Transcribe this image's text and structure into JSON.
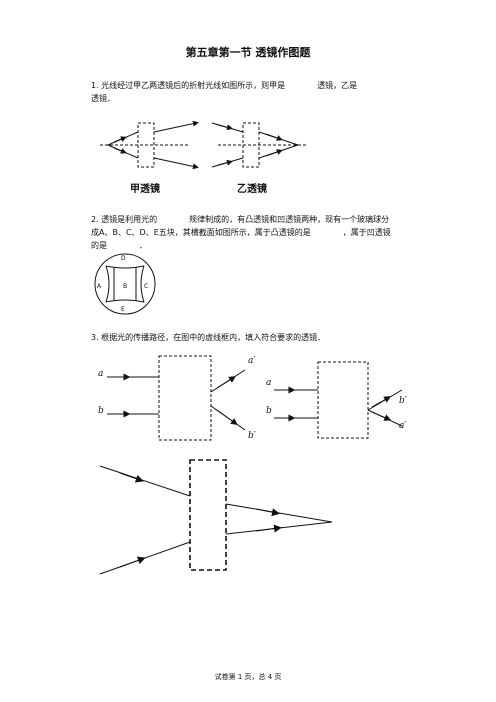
{
  "document": {
    "title": "第五章第一节 透镜作图题",
    "footer": "试卷第 1 页，总 4 页"
  },
  "q1": {
    "line1": "1. 光线经过甲乙两透镜后的折射光线如图所示，则甲是　　　　透镜，乙是",
    "line2": "透镜．",
    "label_jia": "甲透镜",
    "label_yi": "乙透镜"
  },
  "q2": {
    "line1": "2. 透镜是利用光的　　　　规律制成的，有凸透镜和凹透镜两种，现有一个玻璃球分",
    "line2": "成A、B、C、D、E五块，其横截面如图所示，属于凸透镜的是　　　　，属于凹透镜",
    "line3": "的是　　　　．",
    "labels": [
      "D",
      "A",
      "B",
      "C",
      "E"
    ]
  },
  "q3": {
    "line1": "3. 根据光的传播路径，在图中的虚线框内，填入符合要求的透镜．",
    "fig1": {
      "a": "a",
      "b": "b",
      "a_out": "a′",
      "b_out": "b′"
    },
    "fig2": {
      "a": "a",
      "b": "b",
      "b_out": "b′",
      "a_out": "a′"
    }
  }
}
